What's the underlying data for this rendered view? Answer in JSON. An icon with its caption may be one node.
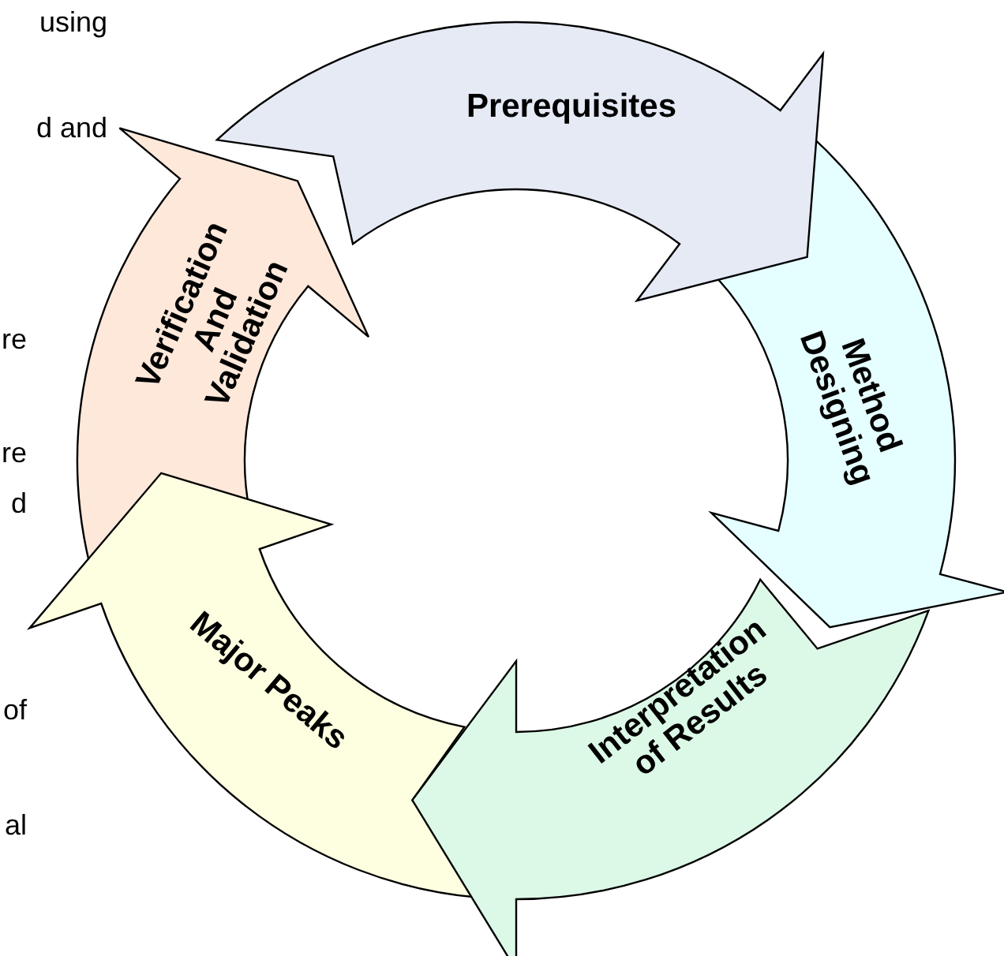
{
  "diagram": {
    "nodes": [
      {
        "text": [
          "Prerequisites"
        ]
      },
      {
        "text": [
          "Method Designing"
        ]
      },
      {
        "text": [
          "Interpretation of Results"
        ]
      },
      {
        "text": [
          "Major Peaks"
        ]
      },
      {
        "text": [
          "Verification And Validation"
        ]
      }
    ],
    "labels": [
      "using",
      "d and",
      "re",
      "re",
      "d",
      "of",
      "al"
    ]
  }
}
